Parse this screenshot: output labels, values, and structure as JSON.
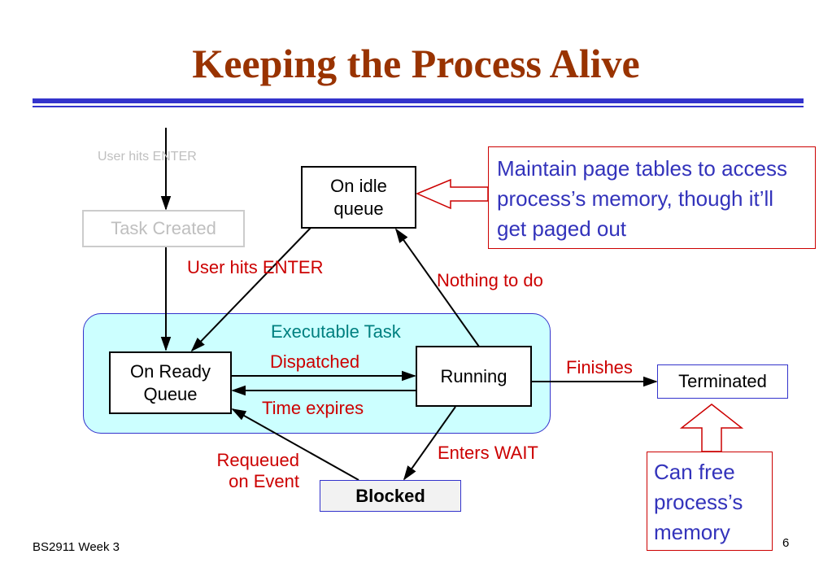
{
  "slide": {
    "title": "Keeping the Process Alive",
    "footer_left": "BS2911 Week 3",
    "page_number": "6"
  },
  "diagram": {
    "states": {
      "task_created": "Task Created",
      "on_idle_queue": "On idle queue",
      "on_ready_queue": "On Ready Queue",
      "running": "Running",
      "blocked": "Blocked",
      "terminated": "Terminated"
    },
    "region_label": "Executable Task",
    "transitions": {
      "user_hits_enter_faded": "User hits ENTER",
      "user_hits_enter": "User hits ENTER",
      "nothing_to_do": "Nothing to do",
      "dispatched": "Dispatched",
      "time_expires": "Time expires",
      "finishes": "Finishes",
      "enters_wait": "Enters WAIT",
      "requeued_line1": "Requeued",
      "requeued_line2": "on Event"
    },
    "callouts": {
      "page_tables": "Maintain page tables to access process’s memory, though it’ll get paged out",
      "free_memory": "Can free process’s memory"
    }
  },
  "colors": {
    "title": "#993300",
    "rule": "#3333cc",
    "panel_fill": "#ccffff",
    "transition_label": "#cc0000",
    "callout_text": "#3333bb",
    "callout_border": "#cc0000",
    "region_label": "#008080",
    "faded": "#bfbfbf"
  }
}
